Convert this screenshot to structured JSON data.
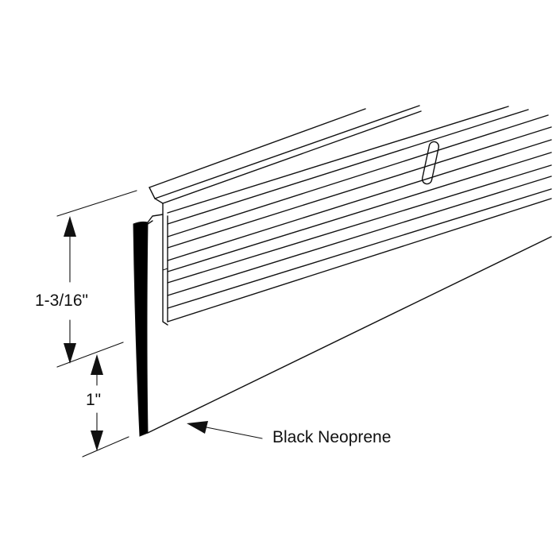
{
  "dimensions": {
    "upper_height_label": "1-3/16\"",
    "lower_height_label": "1\""
  },
  "callout": {
    "label": "Black Neoprene"
  },
  "colors": {
    "line": "#111111",
    "neoprene": "#000000",
    "background": "#ffffff"
  }
}
